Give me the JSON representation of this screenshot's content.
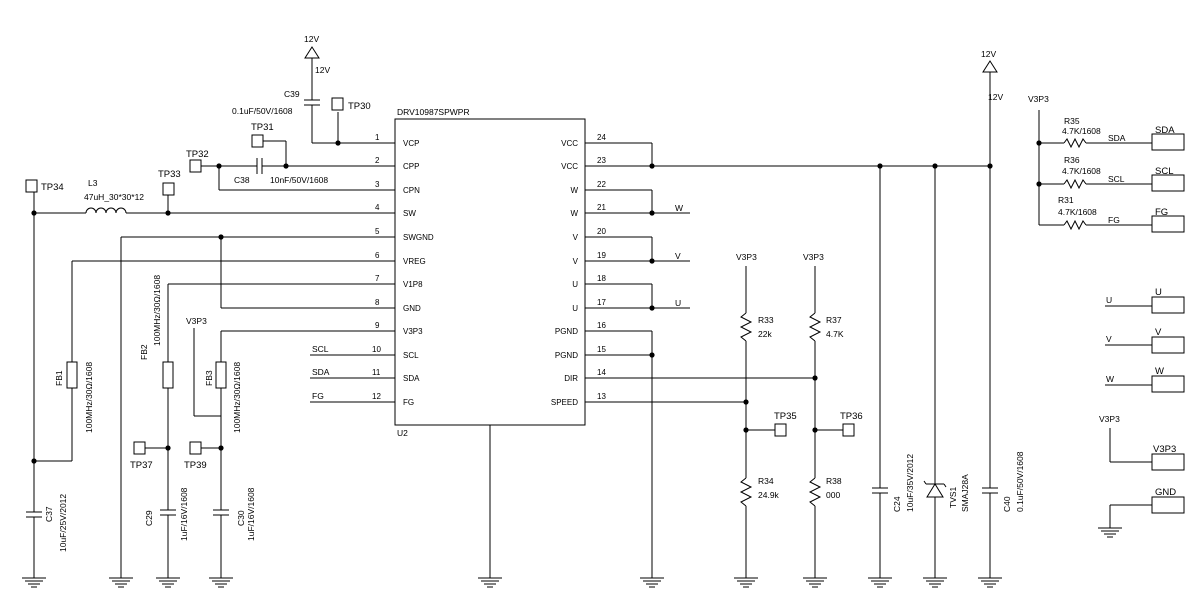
{
  "ic": {
    "part": "DRV10987SPWPR",
    "ref": "U2",
    "left_pins": [
      {
        "num": "1",
        "name": "VCP"
      },
      {
        "num": "2",
        "name": "CPP"
      },
      {
        "num": "3",
        "name": "CPN"
      },
      {
        "num": "4",
        "name": "SW"
      },
      {
        "num": "5",
        "name": "SWGND"
      },
      {
        "num": "6",
        "name": "VREG"
      },
      {
        "num": "7",
        "name": "V1P8"
      },
      {
        "num": "8",
        "name": "GND"
      },
      {
        "num": "9",
        "name": "V3P3"
      },
      {
        "num": "10",
        "name": "SCL"
      },
      {
        "num": "11",
        "name": "SDA"
      },
      {
        "num": "12",
        "name": "FG"
      }
    ],
    "right_pins": [
      {
        "num": "24",
        "name": "VCC"
      },
      {
        "num": "23",
        "name": "VCC"
      },
      {
        "num": "22",
        "name": "W"
      },
      {
        "num": "21",
        "name": "W"
      },
      {
        "num": "20",
        "name": "V"
      },
      {
        "num": "19",
        "name": "V"
      },
      {
        "num": "18",
        "name": "U"
      },
      {
        "num": "17",
        "name": "U"
      },
      {
        "num": "16",
        "name": "PGND"
      },
      {
        "num": "15",
        "name": "PGND"
      },
      {
        "num": "14",
        "name": "DIR"
      },
      {
        "num": "13",
        "name": "SPEED"
      }
    ]
  },
  "power_labels": {
    "v12_top": "12V",
    "v12_top_net": "12V",
    "v12_right": "12V",
    "v12_right_net": "12V",
    "v3p3_fb3": "V3P3",
    "v3p3_r33": "V3P3",
    "v3p3_r37": "V3P3",
    "v3p3_pullups": "V3P3",
    "v3p3_conn": "V3P3"
  },
  "test_points": {
    "tp30": "TP30",
    "tp31": "TP31",
    "tp32": "TP32",
    "tp33": "TP33",
    "tp34": "TP34",
    "tp35": "TP35",
    "tp36": "TP36",
    "tp37": "TP37",
    "tp39": "TP39"
  },
  "components": {
    "c39_ref": "C39",
    "c39_val": "0.1uF/50V/1608",
    "c38_ref": "C38",
    "c38_val": "10nF/50V/1608",
    "l3_ref": "L3",
    "l3_val": "47uH_30*30*12",
    "fb1_ref": "FB1",
    "fb1_val": "100MHz/30Ω/1608",
    "fb2_ref": "FB2",
    "fb2_val": "100MHz/30Ω/1608",
    "fb3_ref": "FB3",
    "fb3_val": "100MHz/30Ω/1608",
    "c37_ref": "C37",
    "c37_val": "10uF/25V/2012",
    "c29_ref": "C29",
    "c29_val": "1uF/16V/1608",
    "c30_ref": "C30",
    "c30_val": "1uF/16V/1608",
    "r33_ref": "R33",
    "r33_val": "22k",
    "r34_ref": "R34",
    "r34_val": "24.9k",
    "r37_ref": "R37",
    "r37_val": "4.7K",
    "r38_ref": "R38",
    "r38_val": "000",
    "c24_ref": "C24",
    "c24_val": "10uF/35V/2012",
    "tvs1_ref": "TVS1",
    "tvs1_val": "SMAJ28A",
    "c40_ref": "C40",
    "c40_val": "0.1uF/50V/1608",
    "r35_ref": "R35",
    "r35_val": "4.7K/1608",
    "r36_ref": "R36",
    "r36_val": "4.7K/1608",
    "r31_ref": "R31",
    "r31_val": "4.7K/1608"
  },
  "nets": {
    "scl_in": "SCL",
    "sda_in": "SDA",
    "fg_in": "FG",
    "w_out": "W",
    "v_out": "V",
    "u_out": "U",
    "sda_pull": "SDA",
    "scl_pull": "SCL",
    "fg_pull": "FG",
    "u_in": "U",
    "v_in": "V",
    "w_in": "W"
  },
  "connectors": {
    "sda": "SDA",
    "scl": "SCL",
    "fg": "FG",
    "u": "U",
    "v": "V",
    "w": "W",
    "v3p3": "V3P3",
    "gnd": "GND"
  }
}
